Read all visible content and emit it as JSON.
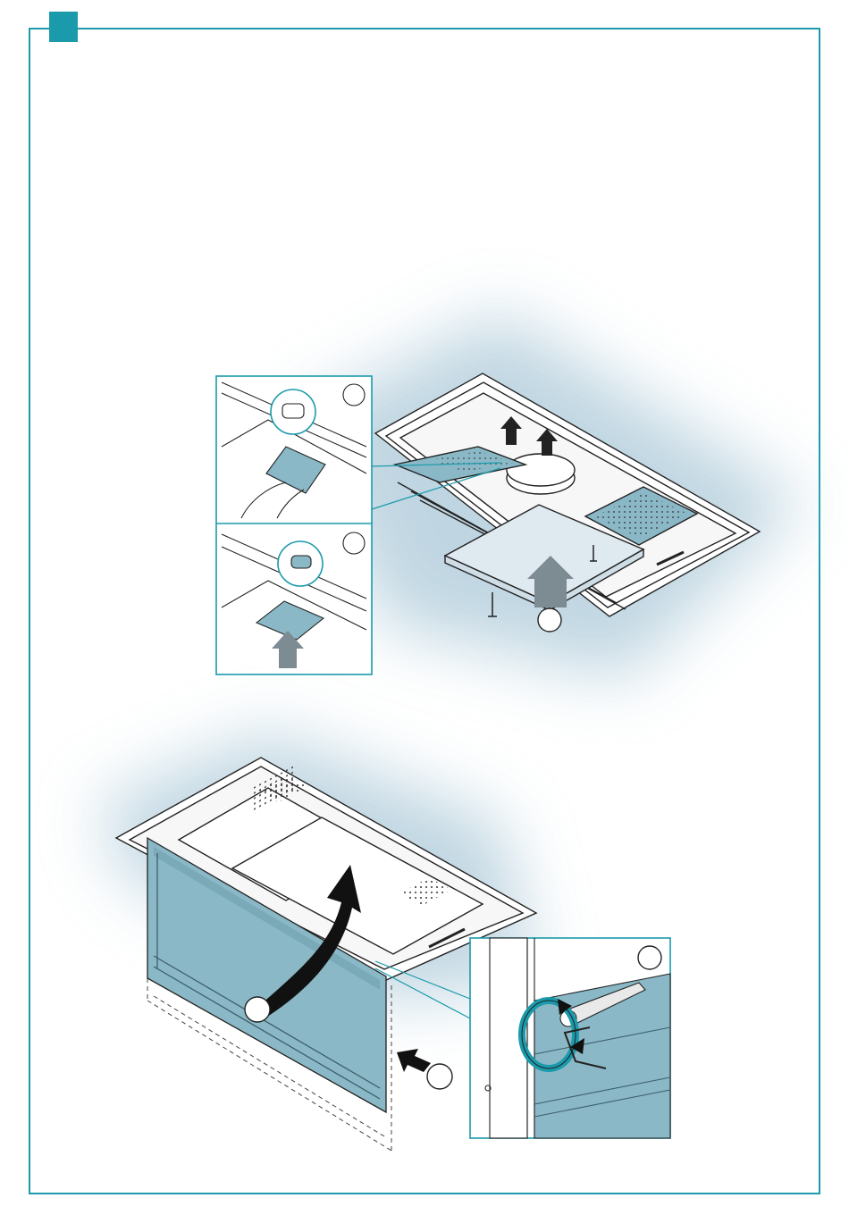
{
  "page": {
    "accent_color": "#1a9aab",
    "panel_fill": "#8ab8c6",
    "glow_color": "#b9d2df"
  },
  "figure_top": {
    "step_markers": [
      "circle-1",
      "circle-2",
      "circle-3"
    ],
    "icons": [
      "arrow-up-icon",
      "arrow-up-icon",
      "arrow-up-icon",
      "screw-icon",
      "screw-icon"
    ]
  },
  "figure_bottom": {
    "step_markers": [
      "circle-1",
      "circle-2",
      "circle-3"
    ],
    "icons": [
      "curved-arrow-icon",
      "arrow-right-icon",
      "rotate-arrow-icon",
      "hex-key-icon"
    ]
  }
}
